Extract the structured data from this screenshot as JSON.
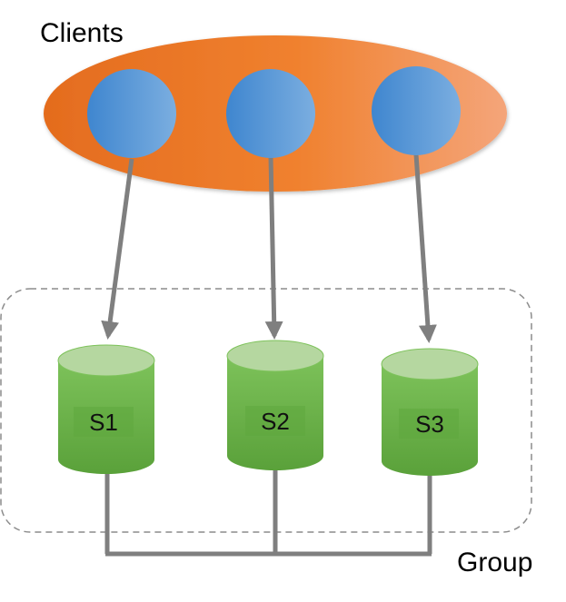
{
  "labels": {
    "clients": "Clients",
    "group": "Group"
  },
  "clients": [
    {
      "id": "client-1"
    },
    {
      "id": "client-2"
    },
    {
      "id": "client-3"
    }
  ],
  "servers": [
    {
      "label": "S1"
    },
    {
      "label": "S2"
    },
    {
      "label": "S3"
    }
  ],
  "colors": {
    "client_group_fill": "#ED7D31",
    "client_node_fill": "#5B9BD5",
    "server_body_fill": "#70AD47",
    "server_top_fill": "#A9D18E",
    "connector_line": "#7F7F7F",
    "group_border": "#7F7F7F"
  }
}
